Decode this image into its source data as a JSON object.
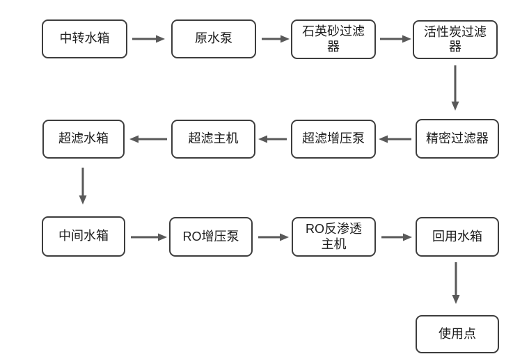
{
  "colors": {
    "background": "#ffffff",
    "box_border": "#3d3d3d",
    "box_fill": "#ffffff",
    "arrow": "#595959",
    "text": "#1c1c1c"
  },
  "diagram": {
    "type": "flowchart",
    "title": "",
    "nodes": [
      {
        "id": "transfer-tank",
        "label": "中转水箱"
      },
      {
        "id": "raw-water-pump",
        "label": "原水泵"
      },
      {
        "id": "quartz-sand-filter",
        "label": "石英砂过滤\n器"
      },
      {
        "id": "activated-carbon-filter",
        "label": "活性炭过滤\n器"
      },
      {
        "id": "uf-tank",
        "label": "超滤水箱"
      },
      {
        "id": "uf-main-unit",
        "label": "超滤主机"
      },
      {
        "id": "uf-booster-pump",
        "label": "超滤增压泵"
      },
      {
        "id": "precision-filter",
        "label": "精密过滤器"
      },
      {
        "id": "intermediate-tank",
        "label": "中间水箱"
      },
      {
        "id": "ro-booster-pump",
        "label": "RO增压泵"
      },
      {
        "id": "ro-main-unit",
        "label": "RO反渗透\n主机"
      },
      {
        "id": "reuse-tank",
        "label": "回用水箱"
      },
      {
        "id": "point-of-use",
        "label": "使用点"
      }
    ],
    "edges": [
      {
        "from": "transfer-tank",
        "to": "raw-water-pump",
        "direction": "right"
      },
      {
        "from": "raw-water-pump",
        "to": "quartz-sand-filter",
        "direction": "right"
      },
      {
        "from": "quartz-sand-filter",
        "to": "activated-carbon-filter",
        "direction": "right"
      },
      {
        "from": "activated-carbon-filter",
        "to": "precision-filter",
        "direction": "down"
      },
      {
        "from": "precision-filter",
        "to": "uf-booster-pump",
        "direction": "left"
      },
      {
        "from": "uf-booster-pump",
        "to": "uf-main-unit",
        "direction": "left"
      },
      {
        "from": "uf-main-unit",
        "to": "uf-tank",
        "direction": "left"
      },
      {
        "from": "uf-tank",
        "to": "intermediate-tank",
        "direction": "down"
      },
      {
        "from": "intermediate-tank",
        "to": "ro-booster-pump",
        "direction": "right"
      },
      {
        "from": "ro-booster-pump",
        "to": "ro-main-unit",
        "direction": "right"
      },
      {
        "from": "ro-main-unit",
        "to": "reuse-tank",
        "direction": "right"
      },
      {
        "from": "reuse-tank",
        "to": "point-of-use",
        "direction": "down"
      }
    ]
  }
}
